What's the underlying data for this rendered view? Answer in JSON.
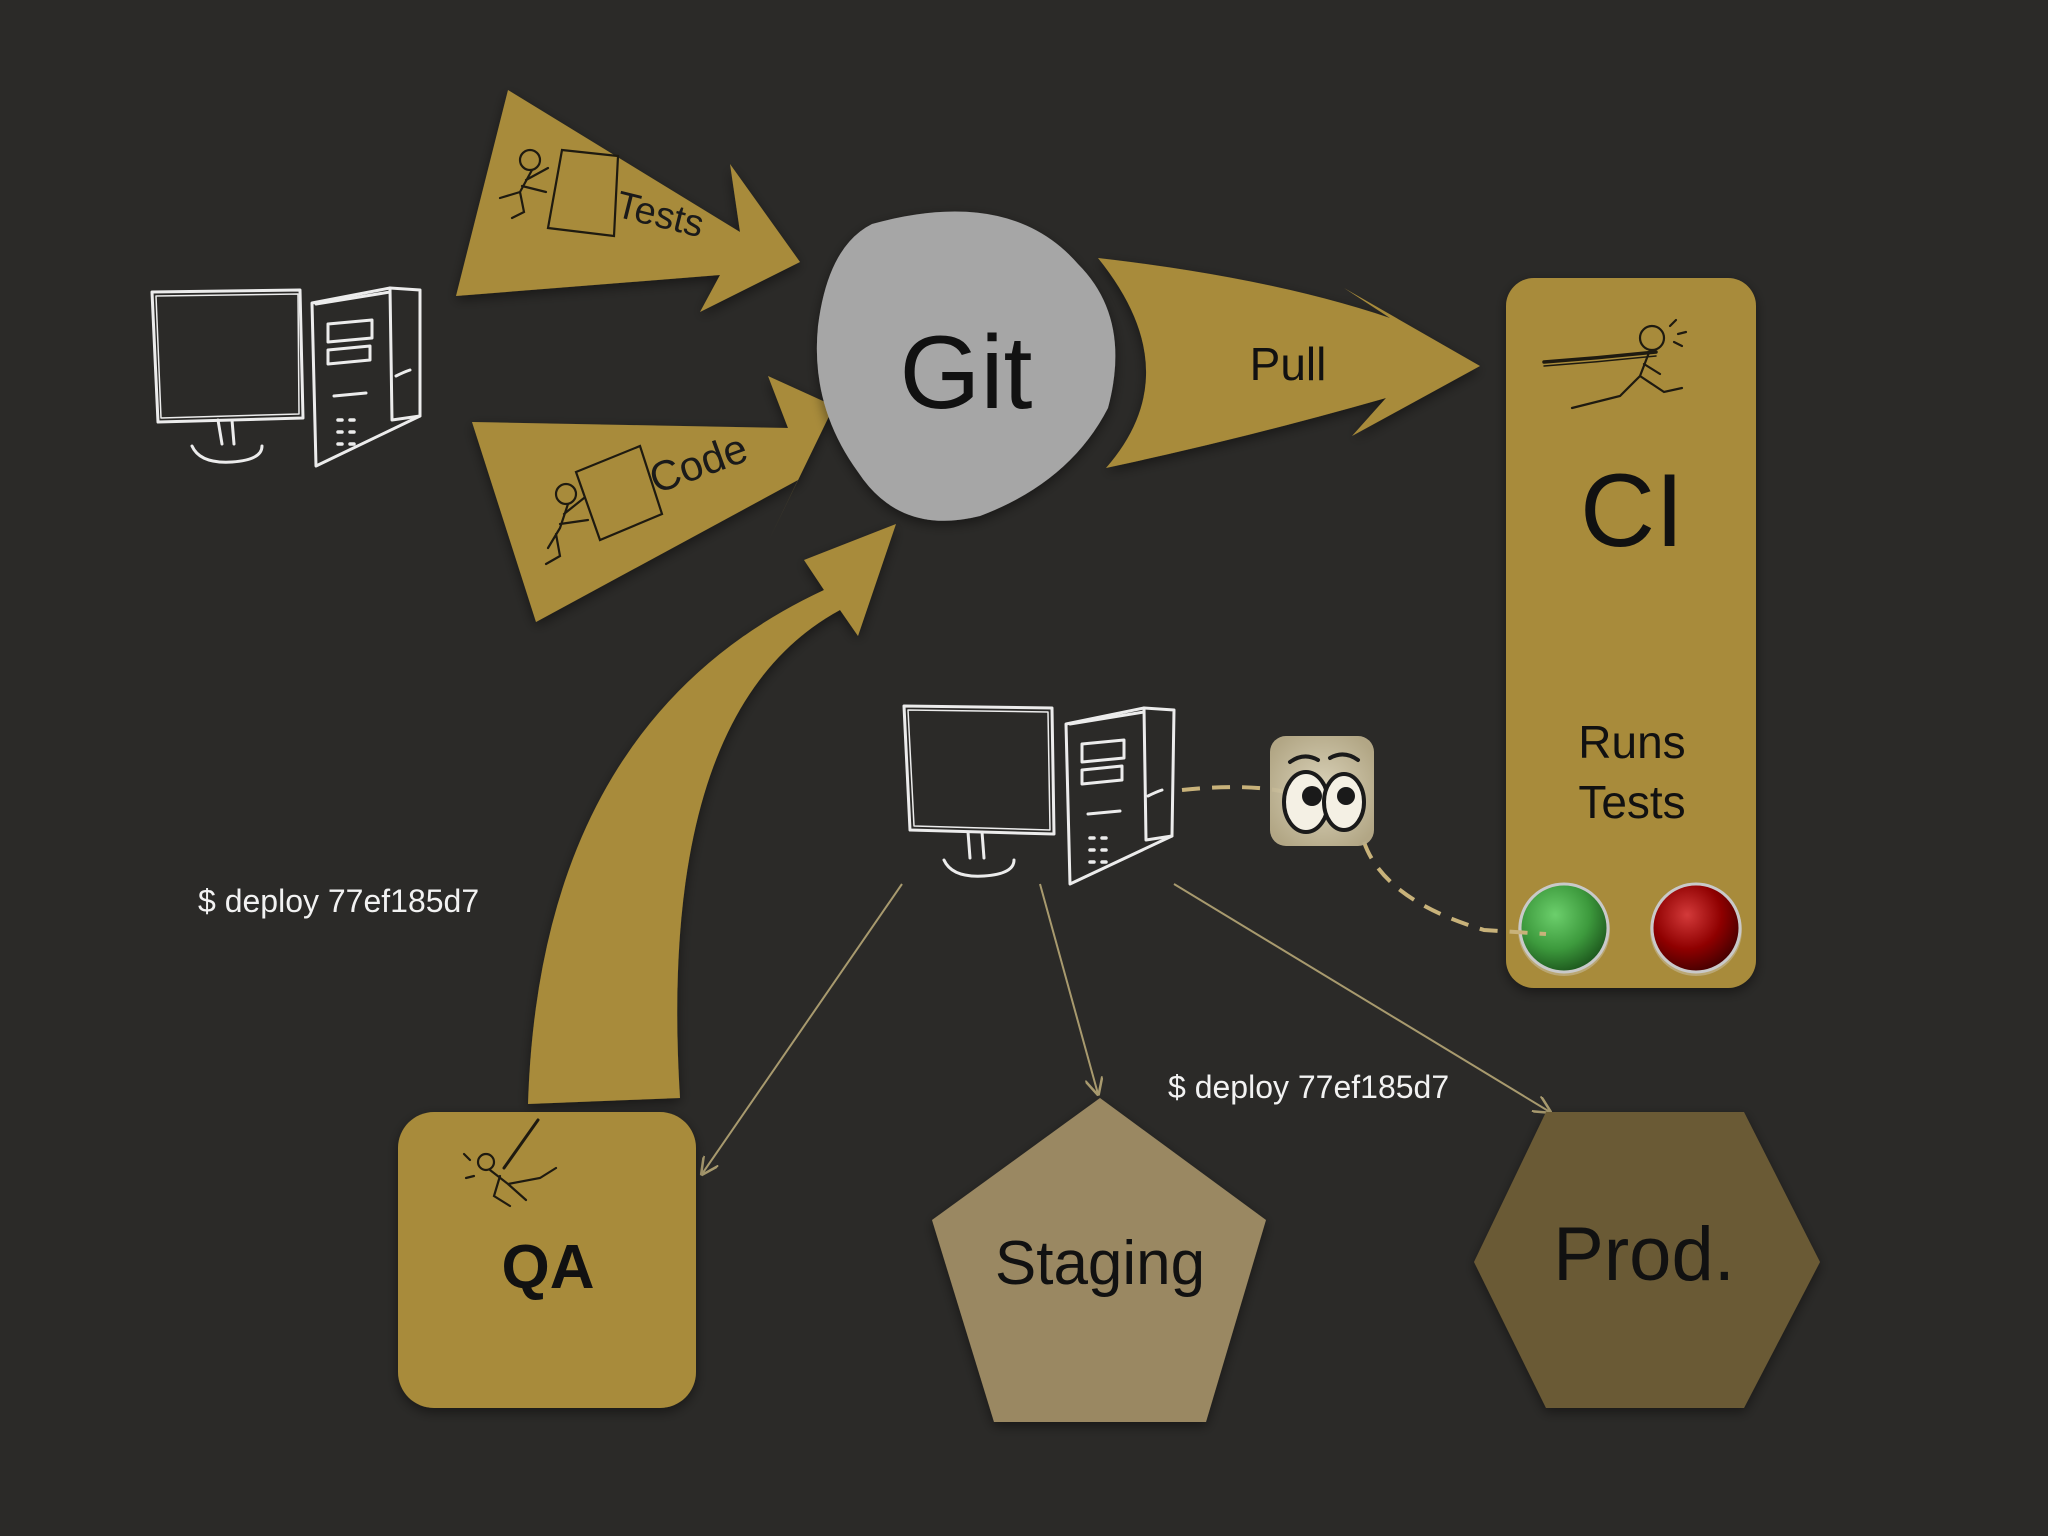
{
  "colors": {
    "background": "#2b2a28",
    "gold": "#a88b3a",
    "git_blob": "#a6a6a6",
    "staging": "#9a8862",
    "prod": "#6b5a35",
    "pass_button": "#3d9a3d",
    "fail_button": "#8f0000",
    "thin_arrow": "#a89a6e",
    "sketch": "#ececec"
  },
  "icons": {
    "workstation": "computer-workstation-icon",
    "pusher": "pushing-figure-icon",
    "puller": "rope-pulling-figure-icon",
    "climber": "climbing-figure-icon",
    "watcher": "googly-eyes-icon"
  },
  "nodes": {
    "git": "Git",
    "ci": "CI",
    "ci_status": [
      "Runs",
      "Tests"
    ],
    "qa": "QA",
    "staging": "Staging",
    "prod": "Prod."
  },
  "arrows": {
    "tests": "Tests",
    "code": "Code",
    "pull": "Pull"
  },
  "commands": {
    "deploy_left": "$ deploy 77ef185d7",
    "deploy_bottom": "$ deploy 77ef185d7"
  }
}
